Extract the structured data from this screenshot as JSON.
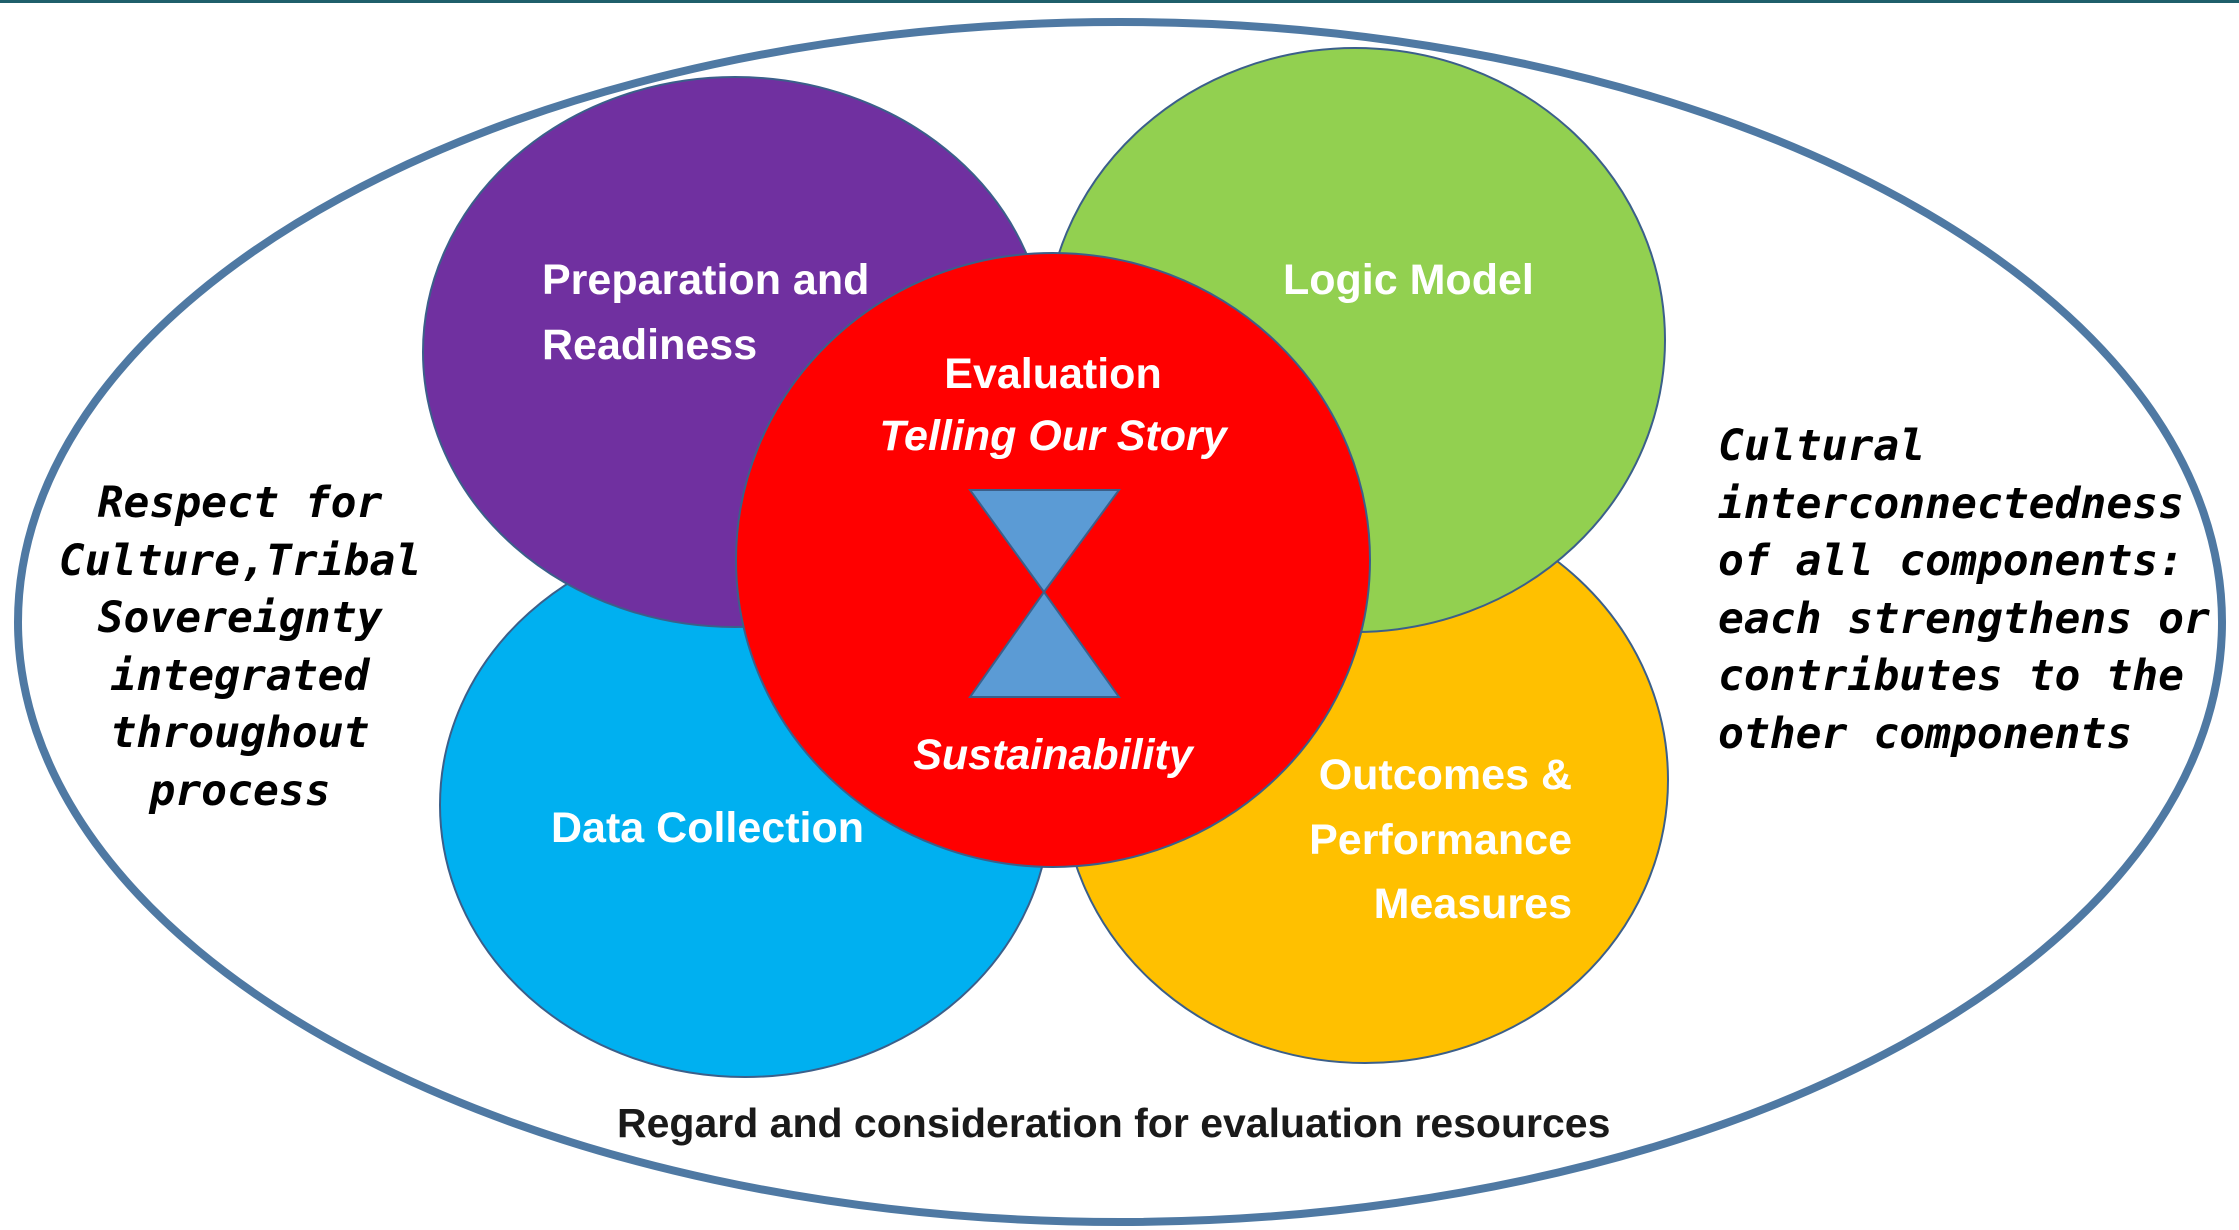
{
  "colors": {
    "top_rule": "#1f5f6b",
    "outer_ellipse_stroke": "#4f79a3",
    "preparation": "#7030a0",
    "logic_model": "#92d050",
    "data_collection": "#00b0f0",
    "outcomes": "#ffc000",
    "center": "#ff0000",
    "hourglass": "#5b9bd5",
    "shape_outline": "#3b5f8a"
  },
  "labels": {
    "preparation": "Preparation and\nReadiness",
    "logic_model": "Logic Model",
    "data_collection": "Data Collection",
    "outcomes": "Outcomes &\nPerformance\nMeasures",
    "center_title": "Evaluation",
    "center_subtitle": "Telling Our Story",
    "center_bottom": "Sustainability"
  },
  "side_notes": {
    "left": "Respect for\nCulture,Tribal\nSovereignty\nintegrated\nthroughout\nprocess",
    "right": "Cultural\ninterconnectedness\nof all components:\neach strengthens or\ncontributes to the\nother components"
  },
  "bottom_note": "Regard and consideration for evaluation resources",
  "icons": {
    "center": "hourglass-icon"
  }
}
